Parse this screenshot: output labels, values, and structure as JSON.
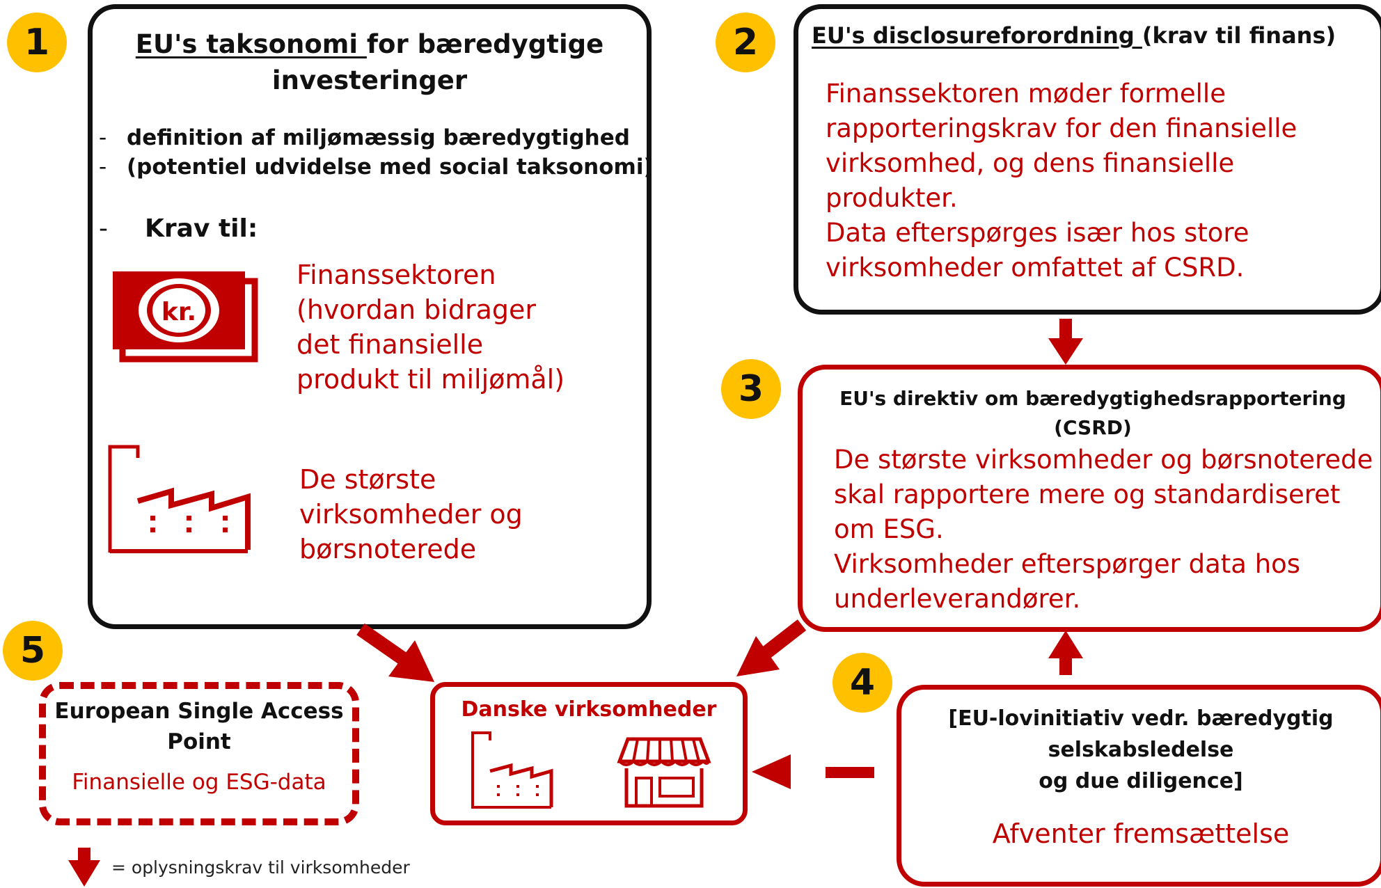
{
  "colors": {
    "accent_red": "#c00000",
    "badge_yellow": "#ffc000",
    "border_black": "#111111"
  },
  "badges": {
    "b1": "1",
    "b2": "2",
    "b3": "3",
    "b4": "4",
    "b5": "5"
  },
  "box1": {
    "title_underlined": "EU's taksonomi ",
    "title_rest": "for bæredygtige",
    "title_line2": "investeringer",
    "bullets": [
      "definition af miljømæssig bæredygtighed",
      "(potentiel udvidelse med social taksonomi)"
    ],
    "krav_label": "Krav til:",
    "item1_lines": [
      "Finanssektoren",
      "(hvordan bidrager",
      "det finansielle",
      "produkt til miljømål)"
    ],
    "item1_icon": "money-kr-icon",
    "item2_lines": [
      "De største",
      "virksomheder  og",
      "børsnoterede"
    ],
    "item2_icon": "factory-icon"
  },
  "box2": {
    "title_underlined": "EU's disclosureforordning ",
    "title_rest": "(krav til finans)",
    "body_lines": [
      "Finanssektoren møder formelle",
      "rapporteringskrav for den finansielle",
      "virksomhed, og dens finansielle",
      "produkter.",
      "Data efterspørges især hos store",
      "virksomheder omfattet af CSRD."
    ]
  },
  "box3": {
    "title_line1": "EU's direktiv om bæredygtighedsrapportering",
    "title_line2": "(CSRD)",
    "body_lines": [
      "De største virksomheder og børsnoterede",
      "skal rapportere mere og standardiseret",
      "om ESG.",
      "Virksomheder efterspørger data hos",
      "underleverandører."
    ]
  },
  "box4": {
    "title_lines": [
      "[EU-lovinitiativ vedr. bæredygtig",
      "selskabsledelse",
      "og due diligence]"
    ],
    "status": "Afventer fremsættelse"
  },
  "box5": {
    "title_lines": [
      "European Single Access",
      "Point"
    ],
    "body": "Finansielle og ESG-data"
  },
  "center_box": {
    "title": "Danske virksomheder",
    "icons": [
      "factory-icon",
      "shop-icon"
    ]
  },
  "legend": {
    "text": "= oplysningskrav til virksomheder"
  }
}
